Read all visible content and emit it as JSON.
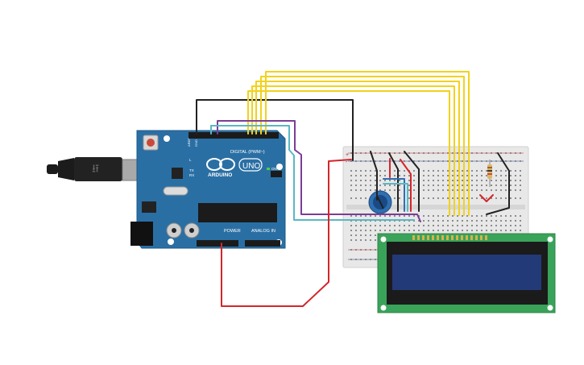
{
  "board": {
    "logo_text": "UNO",
    "brand_text": "ARDUINO",
    "digital_label": "DIGITAL (PWM~)",
    "power_label": "POWER",
    "analog_label": "ANALOG IN",
    "aref_label": "AREF",
    "gnd_label": "GND",
    "tx_label": "TX",
    "rx_label": "RX",
    "on_label": "ON",
    "l_label": "L"
  },
  "breadboard": {
    "plus_label": "+",
    "minus_label": "-"
  },
  "colors": {
    "board": "#2a6fa4",
    "wire_black": "#222222",
    "wire_yellow": "#f2d21b",
    "wire_red": "#d3262a",
    "wire_purple": "#7b3d97",
    "wire_cyan": "#5ab8c4",
    "wire_blue": "#2f6fb0",
    "lcd_pcb": "#3aa35a",
    "lcd_screen": "#233a78",
    "breadboard": "#e8e8e8"
  }
}
